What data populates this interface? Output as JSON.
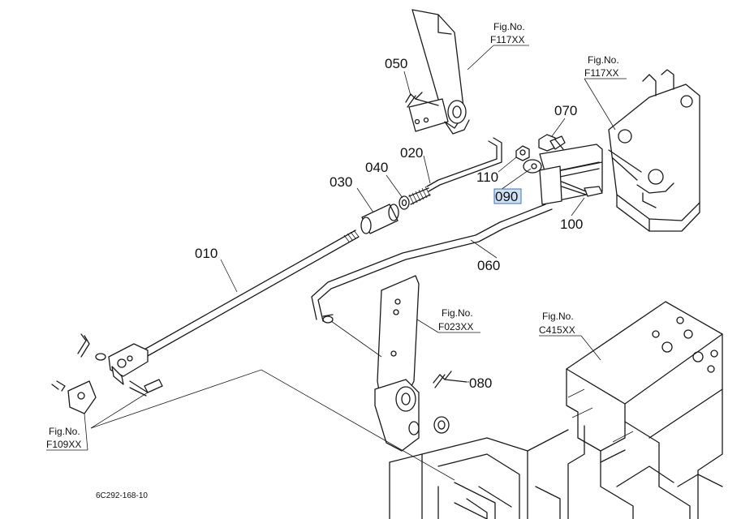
{
  "parts": {
    "p010": "010",
    "p020": "020",
    "p030": "030",
    "p040": "040",
    "p050": "050",
    "p060": "060",
    "p070": "070",
    "p080": "080",
    "p090": "090",
    "p100": "100",
    "p110": "110"
  },
  "figure_refs": {
    "top": {
      "label": "Fig.No.",
      "code": "F117XX"
    },
    "right": {
      "label": "Fig.No.",
      "code": "F117XX"
    },
    "middle": {
      "label": "Fig.No.",
      "code": "F023XX"
    },
    "lower_right": {
      "label": "Fig.No.",
      "code": "C415XX"
    },
    "lower_left": {
      "label": "Fig.No.",
      "code": "F109XX"
    }
  },
  "diagram_code": "6C292-168-10",
  "colors": {
    "line": "#1a1a1a",
    "highlight_fill": "#cfe0f3",
    "highlight_stroke": "#3a76b8"
  },
  "selected_part": "090"
}
